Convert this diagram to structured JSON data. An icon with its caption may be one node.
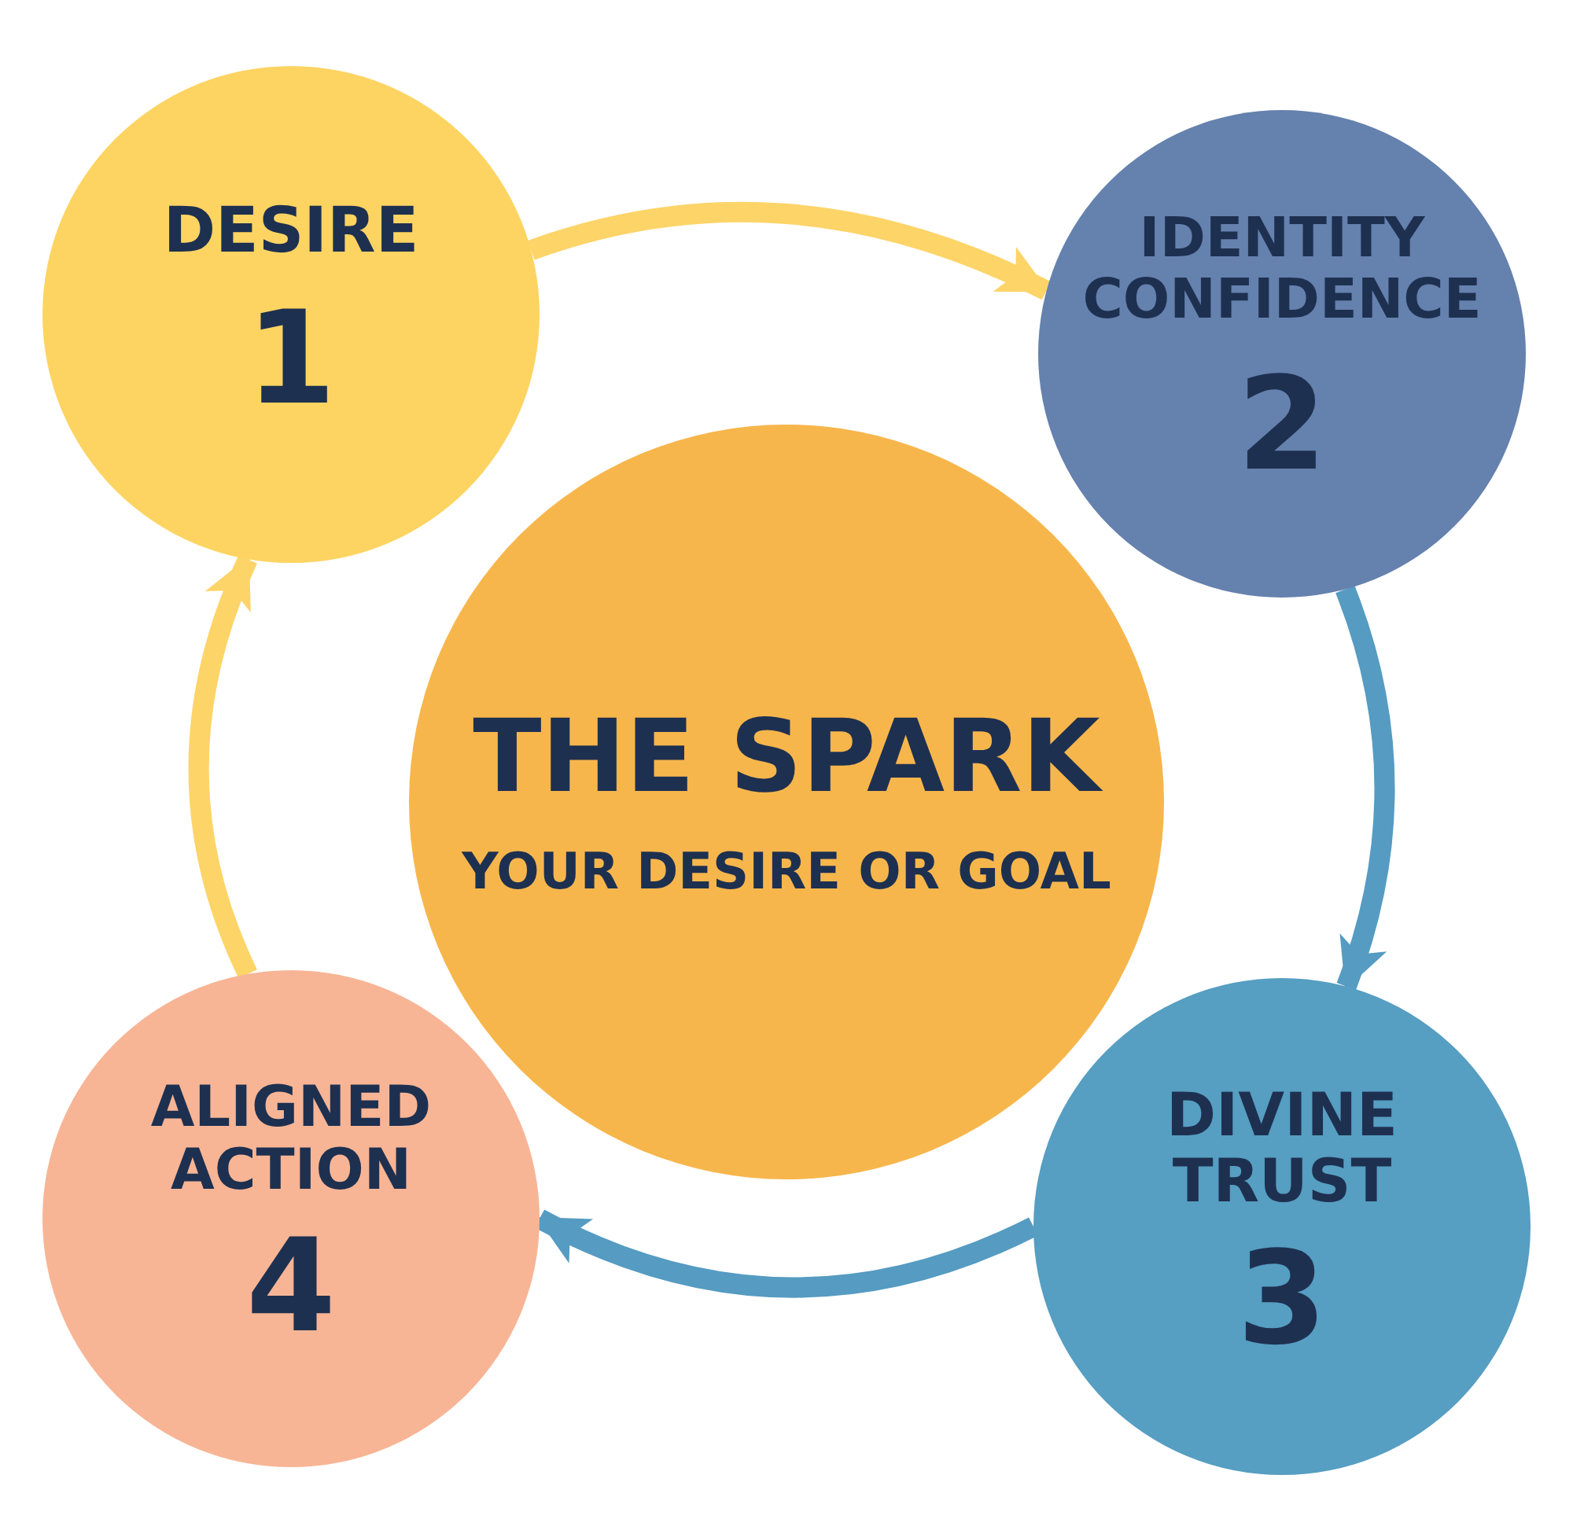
{
  "diagram": {
    "nodes": [
      {
        "text": [
          "DESIRE",
          "1"
        ]
      },
      {
        "text": [
          "IDENTITY CONFIDENCE",
          "2"
        ]
      },
      {
        "text": [
          "THE SPARK",
          "YOUR DESIRE OR GOAL"
        ]
      },
      {
        "text": [
          "DIVINE TRUST",
          "3"
        ]
      },
      {
        "text": [
          "ALIGNED ACTION",
          "4"
        ]
      }
    ],
    "edges": [
      {
        "from": 0,
        "to": 1,
        "arrow": "to"
      },
      {
        "from": 1,
        "to": 3,
        "arrow": "to",
        "color": "#559bc2"
      },
      {
        "from": 3,
        "to": 4,
        "arrow": "to",
        "color": "#559bc2"
      },
      {
        "from": 4,
        "to": 0,
        "arrow": "to"
      }
    ]
  }
}
